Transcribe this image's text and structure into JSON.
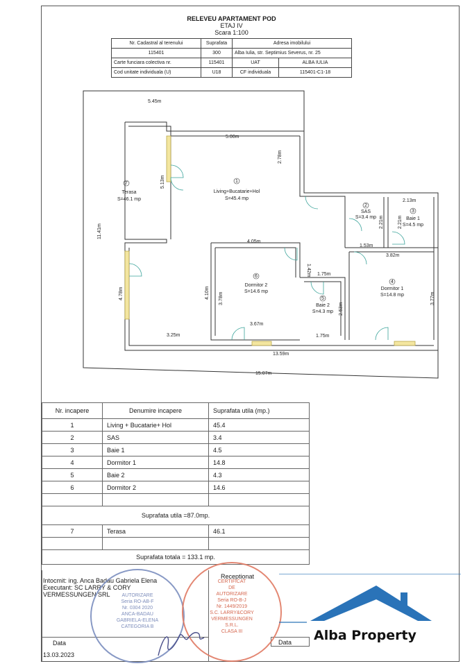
{
  "header": {
    "title": "RELEVEU APARTAMENT POD",
    "floor": "ETAJ IV",
    "scale": "Scara 1:100"
  },
  "info_table": {
    "rows": [
      [
        "Nr. Cadastral al terenului",
        "Suprafata",
        "Adresa imobilului"
      ],
      [
        "115401",
        "300",
        "Alba Iulia, str. Septimius Severus, nr. 25"
      ],
      [
        "Carte funciara colectiva nr.",
        "115401",
        "UAT",
        "ALBA IULIA"
      ],
      [
        "Cod unitate individuala (U)",
        "U18",
        "CF individuala",
        "115401-C1-18"
      ]
    ]
  },
  "plan": {
    "rooms": [
      {
        "num": "1",
        "name": "Living+Bucatarie+Hol",
        "area": "S=45.4 mp"
      },
      {
        "num": "2",
        "name": "SAS",
        "area": "S=3.4 mp"
      },
      {
        "num": "3",
        "name": "Baie 1",
        "area": "S=4.5 mp"
      },
      {
        "num": "4",
        "name": "Dormitor 1",
        "area": "S=14.8 mp"
      },
      {
        "num": "5",
        "name": "Baie 2",
        "area": "S=4.3 mp"
      },
      {
        "num": "6",
        "name": "Dormitor 2",
        "area": "S=14.6 mp"
      },
      {
        "num": "7",
        "name": "Terasa",
        "area": "S=46.1 mp"
      }
    ],
    "dims": {
      "d545": "5.45m",
      "d500": "5.00m",
      "d278": "2.78m",
      "d513": "5.13m",
      "d1141": "11.41m",
      "d405": "4.05m",
      "d142": "1.42m",
      "d175a": "1.75m",
      "d213": "2.13m",
      "d221a": "2.21m",
      "d221b": "2.21m",
      "d153": "1.53m",
      "d382": "3.82m",
      "d377": "3.77m",
      "d253": "2.53m",
      "d478": "4.78m",
      "d410": "4.10m",
      "d378": "3.78m",
      "d367": "3.67m",
      "d325": "3.25m",
      "d175b": "1.75m",
      "d1359": "13.59m",
      "d1507": "15.07m"
    }
  },
  "rooms_table": {
    "headers": [
      "Nr. incapere",
      "Denumire incapere",
      "Suprafata utila (mp.)"
    ],
    "rows": [
      [
        "1",
        "Living + Bucatarie+ Hol",
        "45.4"
      ],
      [
        "2",
        "SAS",
        "3.4"
      ],
      [
        "3",
        "Baie 1",
        "4.5"
      ],
      [
        "4",
        "Dormitor 1",
        "14.8"
      ],
      [
        "5",
        "Baie 2",
        "4.3"
      ],
      [
        "6",
        "Dormitor 2",
        "14.6"
      ]
    ],
    "subtotal": "Suprafata utila =87.0mp.",
    "terrace_row": [
      "7",
      "Terasa",
      "46.1"
    ],
    "total": "Suprafata totala = 133.1 mp."
  },
  "footer": {
    "author_line1": "Intocmit: ing. Anca Badau Gabriela Elena",
    "author_line2": "Executant: SC LARRY & CORY",
    "author_line3": "VERMESSUNGEN SRL",
    "receptionat": "Receptionat",
    "data_label_left": "Data",
    "date": "13.03.2023",
    "data_label_right": "Data"
  },
  "stamps": {
    "left": [
      "AUTORIZARE",
      "Seria RO-AB-F",
      "Nr. 0304 2020",
      "ANCA-BADAU",
      "GABRIELA-ELENA",
      "CATEGORIA B"
    ],
    "right": [
      "CERTIFICAT",
      "DE",
      "AUTORIZARE",
      "Seria RO-B-J",
      "Nr. 1449/2019",
      "S.C. LARRY&CORY",
      "VERMESSUNGEN",
      "S.R.L.",
      "CLASA III"
    ]
  },
  "logo": {
    "text": "Alba Property",
    "color": "#2a73b8"
  }
}
